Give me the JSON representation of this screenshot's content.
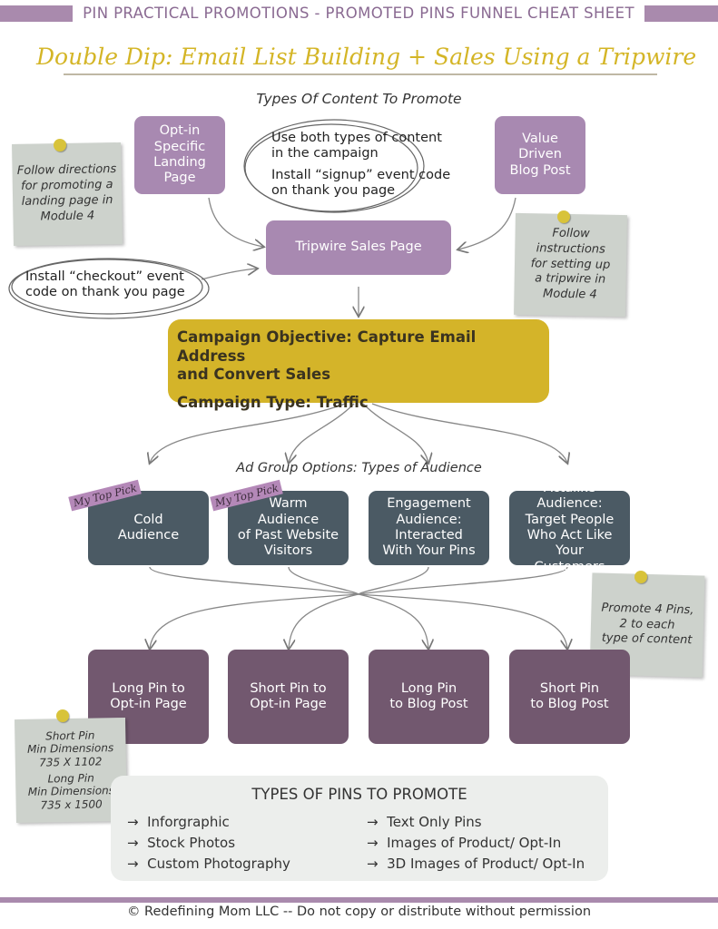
{
  "header": {
    "text": "PIN PRACTICAL PROMOTIONS -  PROMOTED PINS FUNNEL CHEAT SHEET"
  },
  "title": "Double Dip: Email List Building + Sales Using a Tripwire",
  "content_heading": "Types Of Content To Promote",
  "content_boxes": {
    "optin": [
      "Opt-in",
      "Specific",
      "Landing Page"
    ],
    "blog": [
      "Value Driven",
      "Blog Post"
    ],
    "tripwire": "Tripwire Sales Page"
  },
  "bubbles": {
    "top": {
      "line1": [
        "Use both types of content",
        "in the campaign"
      ],
      "line2": [
        "Install “signup” event code",
        "on thank you page"
      ]
    },
    "checkout": [
      "Install “checkout” event",
      "code on thank you page"
    ]
  },
  "notes": {
    "landing": [
      "Follow directions",
      "for promoting a",
      "landing page in",
      "Module 4"
    ],
    "tripwire": [
      "Follow instructions",
      "for setting up",
      "a tripwire in",
      "Module 4"
    ],
    "promote": [
      "Promote 4 Pins,",
      "2 to each",
      "type of content"
    ],
    "dimensions": [
      "Short Pin",
      "Min  Dimensions",
      "735 X 1102",
      "Long Pin",
      "Min Dimensions",
      "735 x 1500"
    ]
  },
  "objective": {
    "line1": "Campaign Objective: Capture Email Address",
    "line2": "and Convert Sales",
    "type": "Campaign Type: Traffic"
  },
  "ad_group_heading": "Ad Group Options: Types of Audience",
  "top_pick_label": "My Top Pick",
  "audiences": [
    [
      "Cold",
      "Audience"
    ],
    [
      "Warm",
      "Audience",
      "of Past Website",
      "Visitors"
    ],
    [
      "Engagement",
      "Audience:",
      "Interacted",
      "With Your Pins"
    ],
    [
      "Actalike Audience:",
      "Target People",
      "Who Act Like Your",
      "Customers"
    ]
  ],
  "pins": [
    [
      "Long Pin to",
      "Opt-in Page"
    ],
    [
      "Short Pin to",
      "Opt-in Page"
    ],
    [
      "Long Pin",
      "to Blog Post"
    ],
    [
      "Short Pin",
      "to Blog Post"
    ]
  ],
  "pin_types": {
    "title": "TYPES OF PINS TO PROMOTE",
    "left": [
      "Inforgraphic",
      "Stock Photos",
      "Custom Photography"
    ],
    "right": [
      "Text Only Pins",
      "Images of Product/ Opt-In",
      "3D Images of Product/ Opt-In"
    ],
    "arrow": "→"
  },
  "footer": "© Redefining Mom LLC -- Do not copy or distribute without permission",
  "colors": {
    "lavender": "#a889b1",
    "slate": "#4b5a64",
    "plum": "#72586f",
    "gold": "#d4b429",
    "note": "#cdd2cc"
  }
}
